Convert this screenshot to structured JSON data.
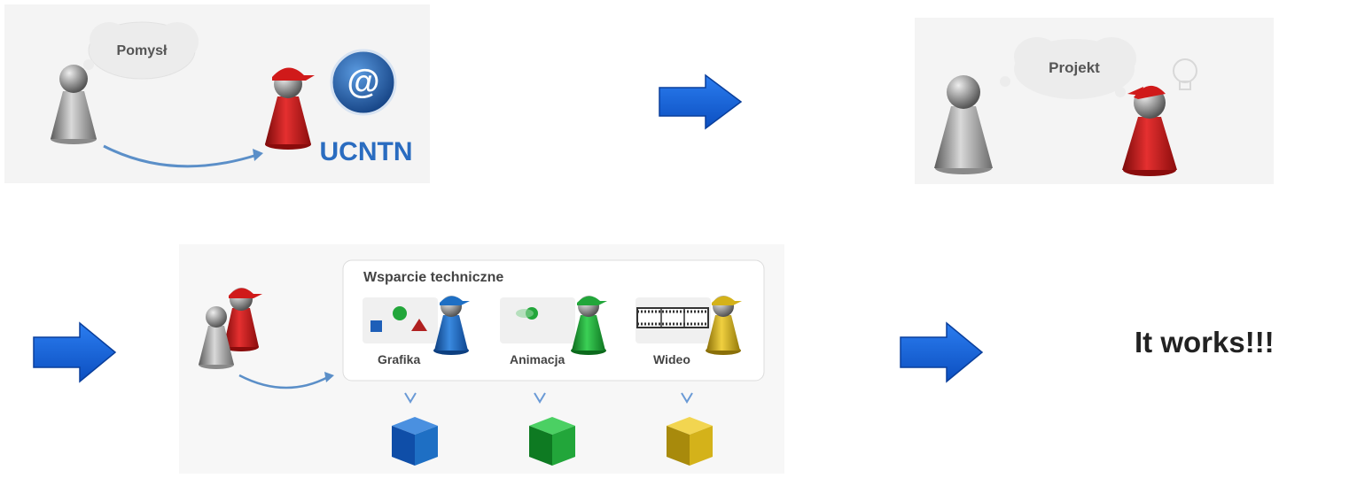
{
  "panel1": {
    "bubble_text": "Pomysł",
    "logo_text": "UCNTN",
    "logo_symbol": "@"
  },
  "panel2": {
    "bubble_text": "Projekt"
  },
  "panel3": {
    "box_title": "Wsparcie techniczne",
    "columns": [
      {
        "label": "Grafika",
        "color": "#1e6fc4"
      },
      {
        "label": "Animacja",
        "color": "#22a63a"
      },
      {
        "label": "Wideo",
        "color": "#d4b21a"
      }
    ]
  },
  "result_text": "It works!!!",
  "colors": {
    "arrow": "#1565d8",
    "red_pawn": "#c81818",
    "grey_pawn": "#8a8a8a"
  }
}
